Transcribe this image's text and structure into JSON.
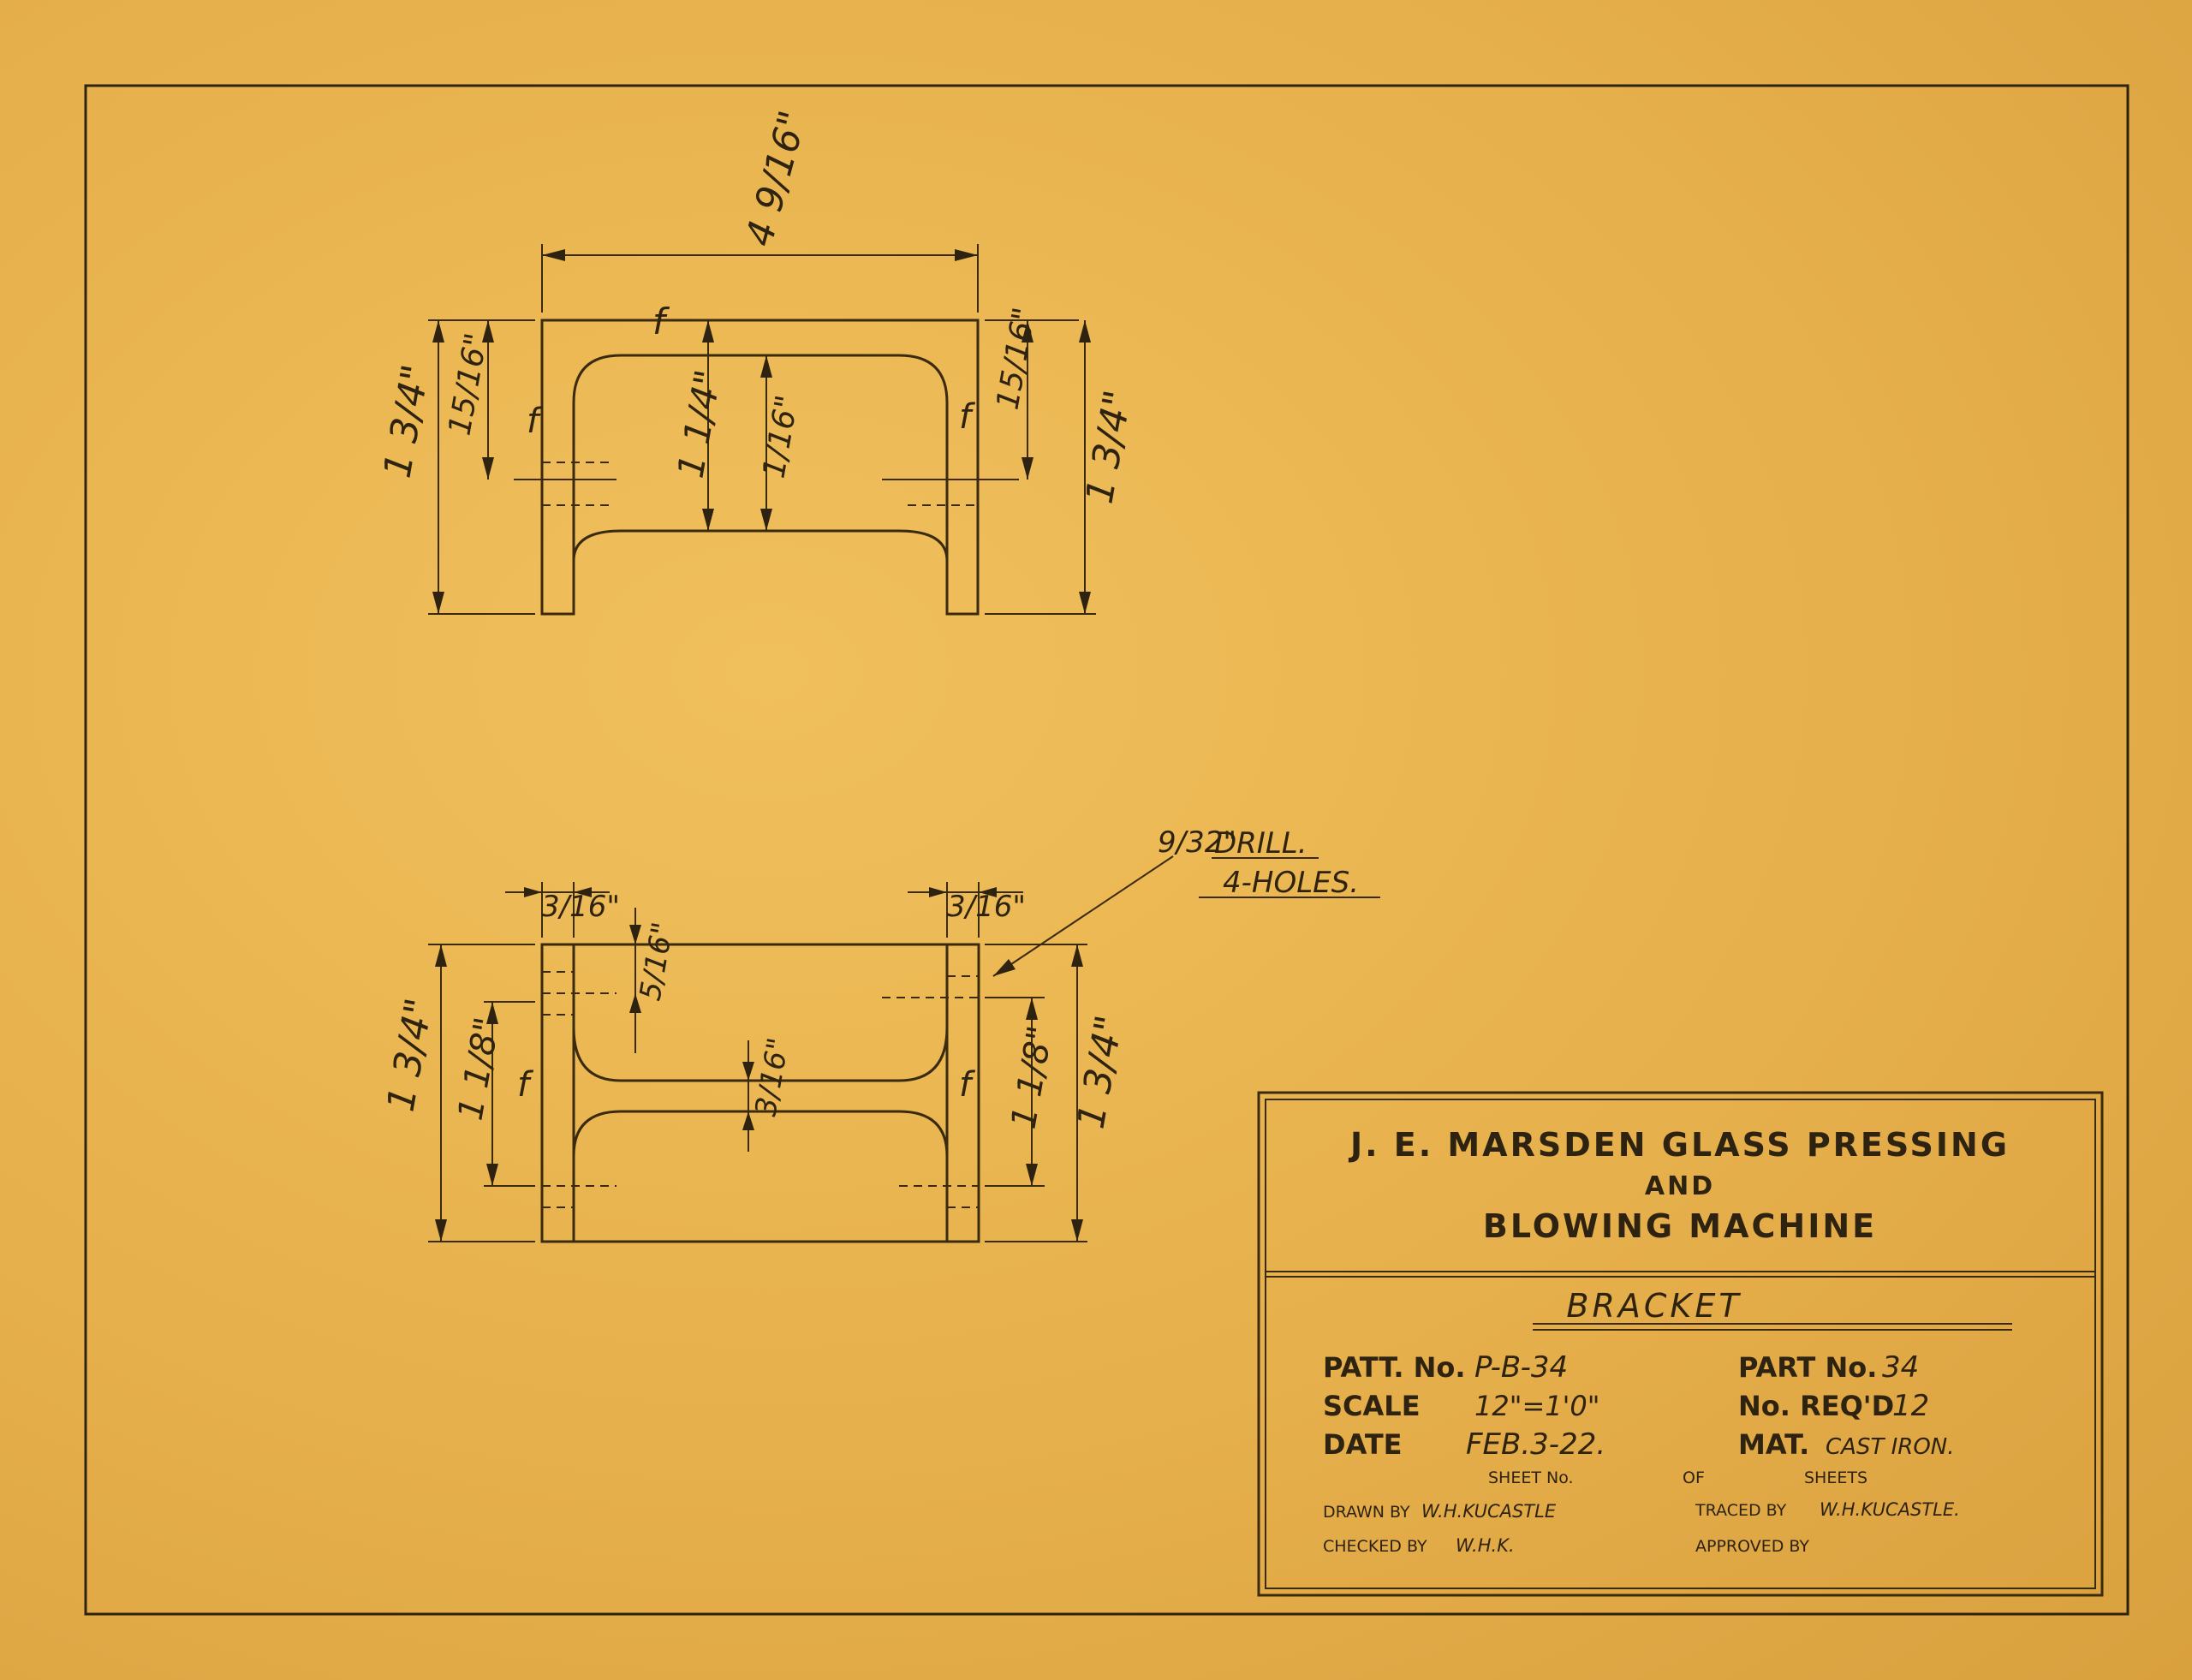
{
  "title_block": {
    "company_line1": "J. E. MARSDEN GLASS PRESSING",
    "company_line2": "AND",
    "company_line3": "BLOWING MACHINE",
    "part_name": "BRACKET",
    "patt_no_label": "PATT. No.",
    "patt_no_value": "P-B-34",
    "part_no_label": "PART No.",
    "part_no_value": "34",
    "scale_label": "SCALE",
    "scale_value": "12\"=1'0\"",
    "no_reqd_label": "No. REQ'D",
    "no_reqd_value": "12",
    "date_label": "DATE",
    "date_value": "FEB.3-22.",
    "mat_label": "MAT.",
    "mat_value": "CAST IRON.",
    "sheet_no_label": "SHEET No.",
    "of_label": "OF",
    "sheets_label": "SHEETS",
    "drawn_by_label": "DRAWN BY",
    "drawn_by_value": "W.H.KUCASTLE",
    "traced_by_label": "TRACED BY",
    "traced_by_value": "W.H.KUCASTLE.",
    "checked_by_label": "CHECKED BY",
    "checked_by_value": "W.H.K.",
    "approved_by_label": "APPROVED BY"
  },
  "top_view": {
    "overall_width": "4 9/16\"",
    "left_outer_height": "1 3/4\"",
    "left_inner_height": "15/16\"",
    "center_height_a": "1 1/4\"",
    "center_height_b": "1/16\"",
    "right_inner_height": "15/16\"",
    "right_outer_height": "1 3/4\"",
    "finish_mark": "f"
  },
  "bottom_view": {
    "left_flange_thickness": "3/16\"",
    "right_flange_thickness": "3/16\"",
    "top_web_thickness": "5/16\"",
    "center_web_thickness": "3/16\"",
    "left_outer_height": "1 3/4\"",
    "left_inner_height": "1 1/8\"",
    "right_inner_height": "1 1/8\"",
    "right_outer_height": "1 3/4\"",
    "finish_mark": "f"
  },
  "drill_note": {
    "size": "9/32\"",
    "operation": "DRILL.",
    "count": "4-HOLES."
  },
  "colors": {
    "paper": "#e9b450",
    "ink": "#2e2210"
  }
}
